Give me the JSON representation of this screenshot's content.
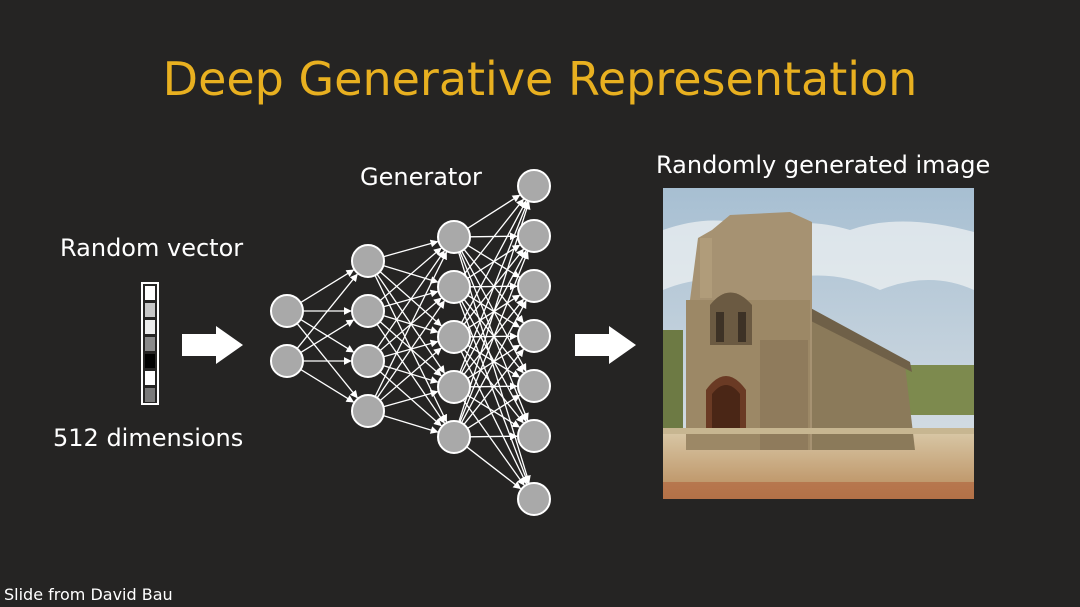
{
  "slide": {
    "title": "Deep Generative Representation",
    "credit": "Slide from David Bau"
  },
  "labels": {
    "random_vector": "Random vector",
    "dimensions": "512 dimensions",
    "generator": "Generator",
    "output": "Randomly generated image"
  },
  "network": {
    "layer_sizes": [
      2,
      4,
      5,
      7
    ]
  },
  "vector_cells": [
    "#ffffff",
    "#c8c8c8",
    "#ececec",
    "#8a8a8a",
    "#000000",
    "#ffffff",
    "#7a7a7a"
  ],
  "colors": {
    "title": "#e8b020",
    "background": "#252423",
    "node_fill": "#a9a9a9",
    "node_stroke": "#ffffff",
    "arrow": "#ffffff"
  }
}
